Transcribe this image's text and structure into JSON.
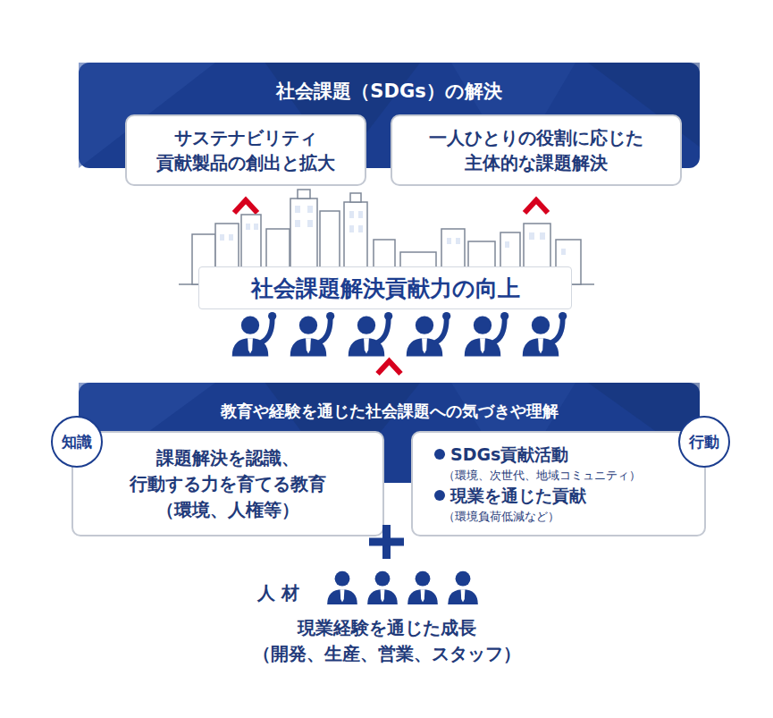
{
  "diagram": {
    "nodes": [
      {
        "text": [
          "社会課題（SDGs）の解決"
        ]
      },
      {
        "text": [
          "サステナビリティ 貢献製品の創出と拡大"
        ],
        "in": 0
      },
      {
        "text": [
          "一人ひとりの役割に応じた 主体的な課題解決"
        ],
        "in": 0
      },
      {
        "text": [
          "社会課題解決貢献力の向上"
        ]
      },
      {
        "text": [
          "教育や経験を通じた社会課題への気づきや理解"
        ]
      },
      {
        "text": [
          "知識"
        ],
        "in": 4
      },
      {
        "text": [
          "課題解決を認識、 行動する力を育てる教育",
          "（環境、人権等）"
        ],
        "in": 4
      },
      {
        "text": [
          "SDGs貢献活動",
          "（環境、次世代、地域コミュニティ）",
          "現業を通じた貢献",
          "（環境負荷低減など）"
        ],
        "in": 4
      },
      {
        "text": [
          "行動"
        ],
        "in": 4
      }
    ],
    "edges": [
      {
        "from": 3,
        "to": 1,
        "arrow": "to"
      },
      {
        "from": 3,
        "to": 2,
        "arrow": "to"
      },
      {
        "from": 4,
        "to": 3,
        "arrow": "to"
      }
    ],
    "labels": [
      "人 材",
      "現業経験を通じた成長 （開発、生産、営業、スタッフ）"
    ]
  }
}
